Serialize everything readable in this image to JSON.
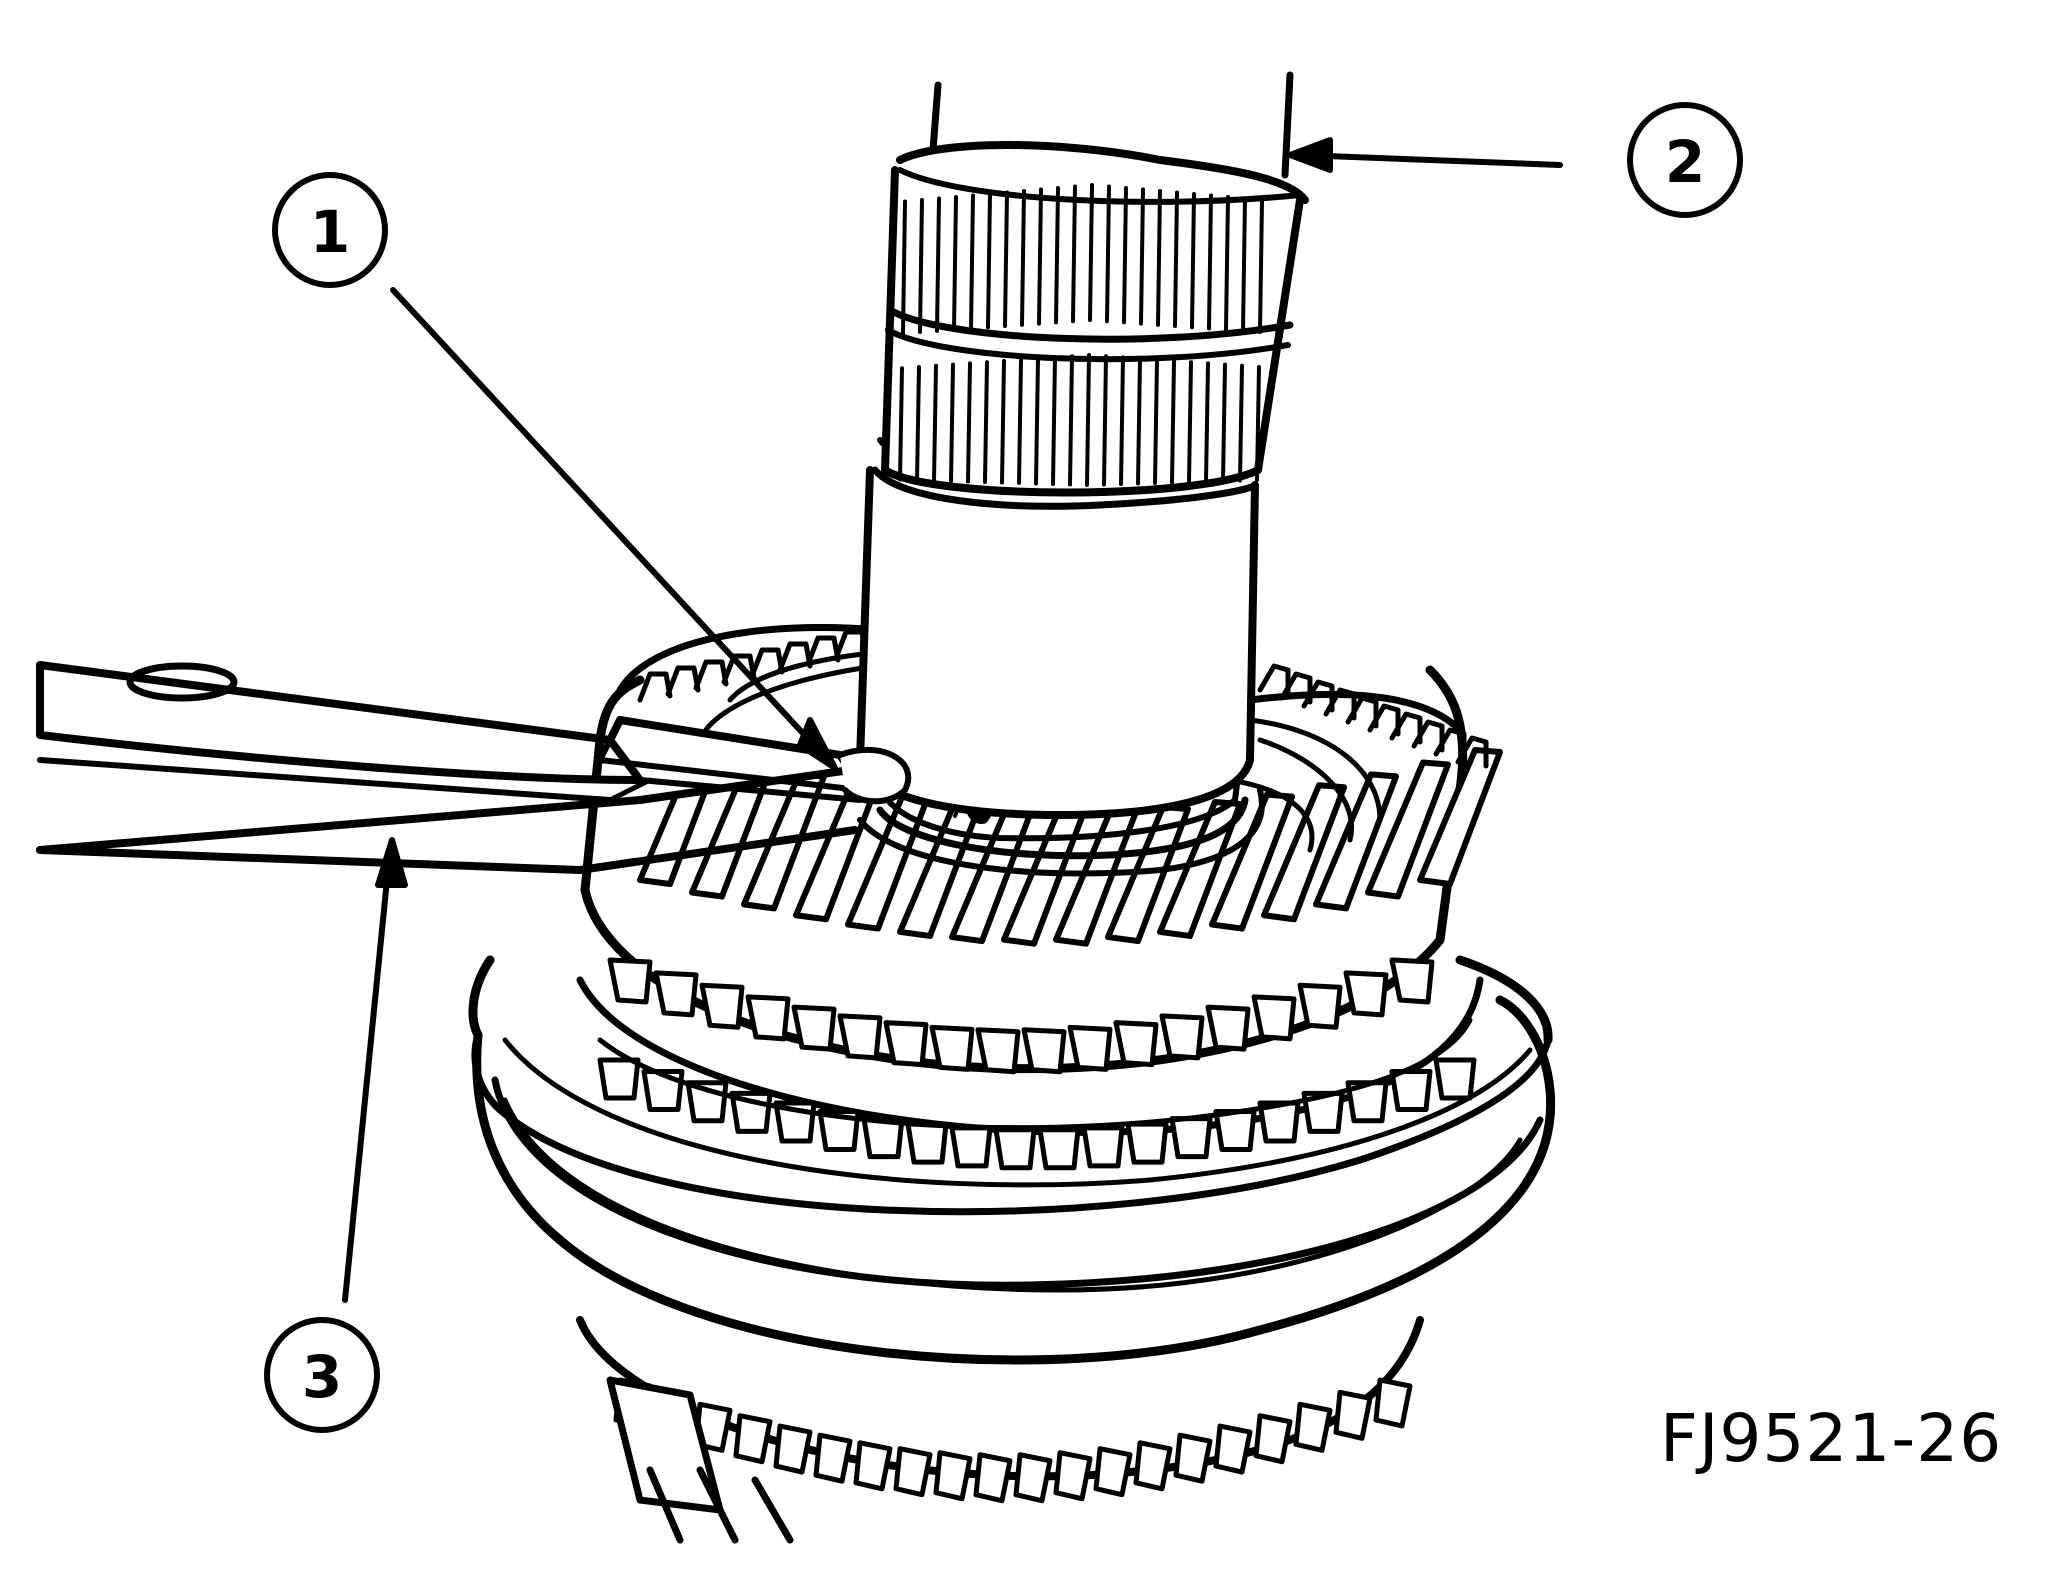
{
  "callouts": [
    {
      "label": "1"
    },
    {
      "label": "2"
    },
    {
      "label": "3"
    }
  ],
  "figure_code": "FJ9521-26"
}
